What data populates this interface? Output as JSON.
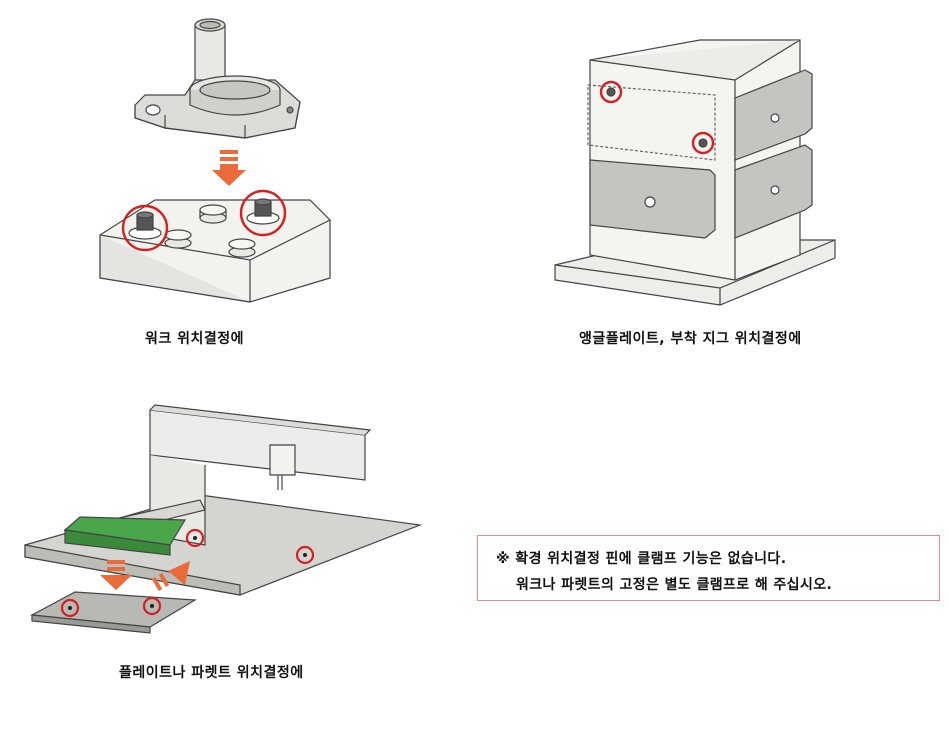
{
  "figures": [
    {
      "caption": "워크 위치결정에"
    },
    {
      "caption": "앵글플레이트, 부착 지그 위치결정에"
    },
    {
      "caption": "플레이트나 파렛트 위치결정에"
    }
  ],
  "note": {
    "line1": "※  확경 위치결정 핀에 클램프 기능은 없습니다.",
    "line2": "워크나 파렛트의 고정은 별도 클램프로 해 주십시오."
  },
  "colors": {
    "accent_arrow": "#ea6a3a",
    "highlight_circle": "#d42020",
    "note_border": "#e58a8a",
    "green_workpiece": "#4aa64a"
  }
}
